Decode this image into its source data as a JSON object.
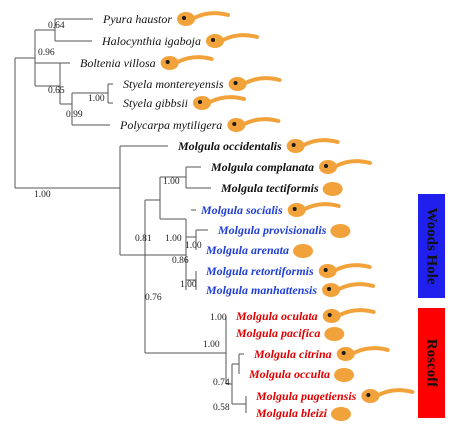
{
  "colors": {
    "branch": "#555555",
    "default_text": "#111111",
    "woods_hole_text": "#1f3fd6",
    "roscoff_text": "#e00000",
    "woods_hole_box": "#2020ee",
    "roscoff_box": "#ff0000",
    "larva": "#f2a23a",
    "larva_eye": "#1a1a1a"
  },
  "regions": [
    {
      "id": "woods-hole",
      "label": "Woods Hole"
    },
    {
      "id": "roscoff",
      "label": "Roscoff"
    }
  ],
  "taxa": [
    {
      "name": "Pyura haustor",
      "bold": false,
      "group": "default",
      "larva": "tailed"
    },
    {
      "name": "Halocynthia igaboja",
      "bold": false,
      "group": "default",
      "larva": "tailed"
    },
    {
      "name": "Boltenia villosa",
      "bold": false,
      "group": "default",
      "larva": "tailed"
    },
    {
      "name": "Styela montereyensis",
      "bold": false,
      "group": "default",
      "larva": "tailed"
    },
    {
      "name": "Styela gibbsii",
      "bold": false,
      "group": "default",
      "larva": "tailed"
    },
    {
      "name": "Polycarpa mytiligera",
      "bold": false,
      "group": "default",
      "larva": "tailed"
    },
    {
      "name": "Molgula occidentalis",
      "bold": true,
      "group": "default",
      "larva": "tailed"
    },
    {
      "name": "Molgula complanata",
      "bold": true,
      "group": "default",
      "larva": "tailed"
    },
    {
      "name": "Molgula tectiformis",
      "bold": true,
      "group": "default",
      "larva": "tailless"
    },
    {
      "name": "Molgula socialis",
      "bold": true,
      "group": "woods-hole",
      "larva": "tailed"
    },
    {
      "name": "Molgula provisionalis",
      "bold": true,
      "group": "woods-hole",
      "larva": "tailless"
    },
    {
      "name": "Molgula arenata",
      "bold": true,
      "group": "woods-hole",
      "larva": "tailless"
    },
    {
      "name": "Molgula retortiformis",
      "bold": true,
      "group": "woods-hole",
      "larva": "tailed"
    },
    {
      "name": "Molgula manhattensis",
      "bold": true,
      "group": "woods-hole",
      "larva": "tailed"
    },
    {
      "name": "Molgula oculata",
      "bold": true,
      "group": "roscoff",
      "larva": "tailed"
    },
    {
      "name": "Molgula pacifica",
      "bold": true,
      "group": "roscoff",
      "larva": "tailless"
    },
    {
      "name": "Molgula citrina",
      "bold": true,
      "group": "roscoff",
      "larva": "tailed"
    },
    {
      "name": "Molgula occulta",
      "bold": true,
      "group": "roscoff",
      "larva": "tailless"
    },
    {
      "name": "Molgula pugetiensis",
      "bold": true,
      "group": "roscoff",
      "larva": "tailed"
    },
    {
      "name": "Molgula bleizi",
      "bold": true,
      "group": "roscoff",
      "larva": "tailless"
    }
  ],
  "support_values": [
    "0.64",
    "0.96",
    "0.65",
    "1.00",
    "0.99",
    "1.00",
    "1.00",
    "0.81",
    "1.00",
    "1.00",
    "0.86",
    "1.00",
    "0.76",
    "1.00",
    "1.00",
    "0.74",
    "0.58"
  ]
}
